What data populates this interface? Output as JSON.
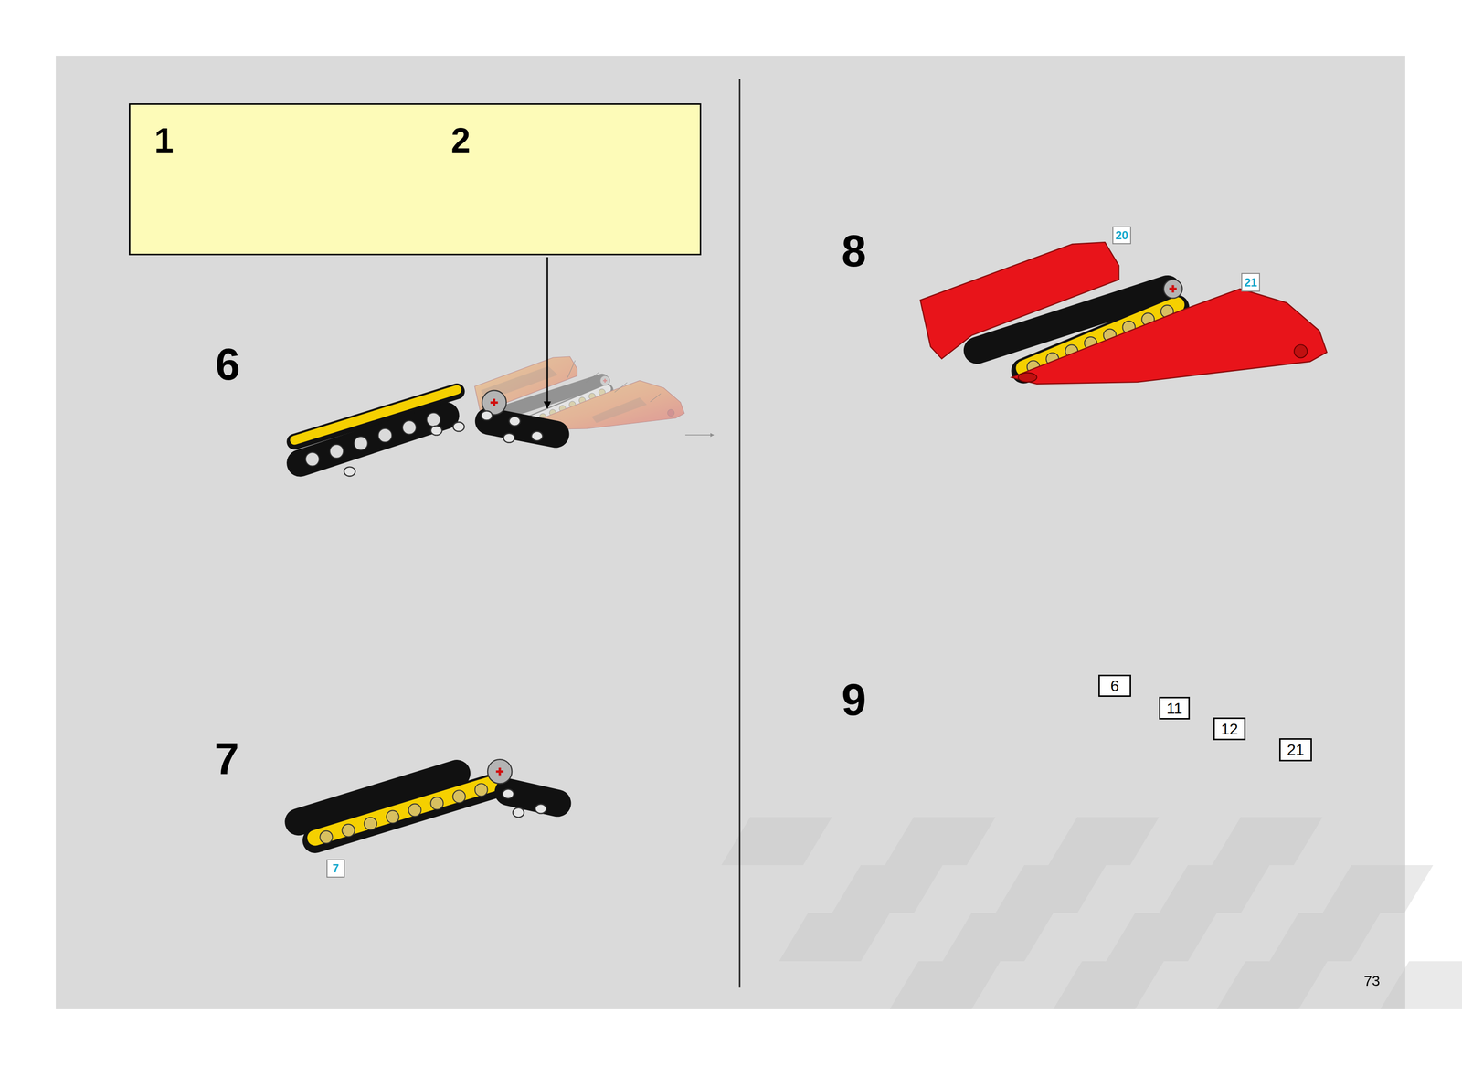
{
  "diagram": {
    "nodes": [
      {
        "text": [
          "1",
          "2"
        ]
      },
      {
        "text": [
          "7"
        ]
      },
      {
        "text": [
          "20"
        ]
      },
      {
        "text": [
          "21"
        ]
      },
      {
        "text": [
          "6"
        ]
      },
      {
        "text": [
          "11"
        ]
      },
      {
        "text": [
          "12"
        ]
      },
      {
        "text": [
          "21"
        ]
      }
    ],
    "labels": [
      "6",
      "7",
      "8",
      "9",
      "73"
    ]
  }
}
